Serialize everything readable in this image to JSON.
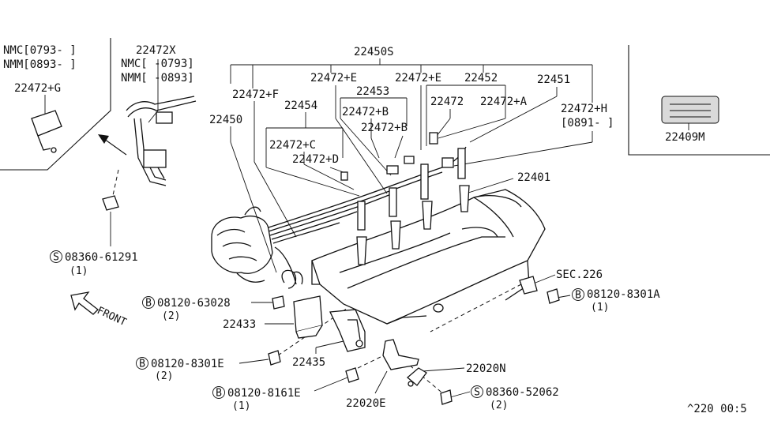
{
  "labels": {
    "nmc_0793": "NMC[0793-  ]",
    "nmm_0893": "NMM[0893-  ]",
    "p22472g": "22472+G",
    "p22472x": "22472X",
    "nmc_m0793": "NMC[  -0793]",
    "nmm_m0893": "NMM[  -0893]",
    "p22450s": "22450S",
    "p22472f": "22472+F",
    "p22472e_1": "22472+E",
    "p22472e_2": "22472+E",
    "p22452": "22452",
    "p22451": "22451",
    "p22453": "22453",
    "p22454": "22454",
    "p22450": "22450",
    "p22472b_1": "22472+B",
    "p22472b_2": "22472+B",
    "p22472": "22472",
    "p22472a": "22472+A",
    "p22472h": "22472+H",
    "p22472h_note": "[0891-  ]",
    "p22472c": "22472+C",
    "p22472d": "22472+D",
    "p22401": "22401",
    "p22409m": "22409M",
    "s08360_61291": "08360-61291",
    "q_1a": "(1)",
    "front": "FRONT",
    "b08120_63028": "08120-63028",
    "q_2a": "(2)",
    "p22433": "22433",
    "sec226": "SEC.226",
    "b08120_8301a": "08120-8301A",
    "q_1b": "(1)",
    "b08120_8301e": "08120-8301E",
    "q_2b": "(2)",
    "p22435": "22435",
    "p22020n": "22020N",
    "b08120_8161e": "08120-8161E",
    "q_1c": "(1)",
    "s08360_52062": "08360-52062",
    "q_2c": "(2)",
    "p22020e": "22020E",
    "ref": "^220  00:5"
  },
  "symbols": {
    "s": "S",
    "b": "B"
  }
}
